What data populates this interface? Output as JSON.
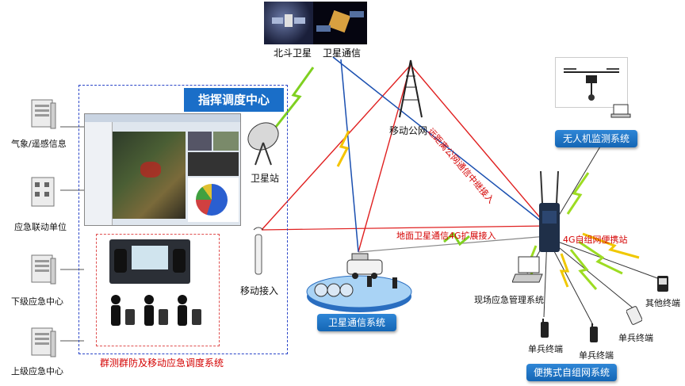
{
  "satellites": {
    "beidou": "北斗卫星",
    "satcom": "卫星通信"
  },
  "center": {
    "title": "指挥调度中心",
    "subsystem": "群测群防及移动应急调度系统"
  },
  "left_units": [
    "气象/遥感信息",
    "应急联动单位",
    "下级应急中心",
    "上级应急中心"
  ],
  "nodes": {
    "satellite_station": "卫星站",
    "mobile_access": "移动接入",
    "mobile_public_network": "移动公网",
    "satcom_system": "卫星通信系统",
    "uav_system": "无人机监测系统",
    "portable_station": "4G自组网便携站",
    "field_management": "现场应急管理系统",
    "other_terminals": "其他终端",
    "soldier_terminal_1": "单兵终端",
    "soldier_terminal_2": "单兵终端",
    "soldier_terminal_3": "单兵终端",
    "portable_adhoc_system": "便携式自组网系统"
  },
  "links": {
    "public_relay": "远距离公网通信中继接入",
    "ground_sat_4g": "地面卫星通信4G扩展接入"
  }
}
